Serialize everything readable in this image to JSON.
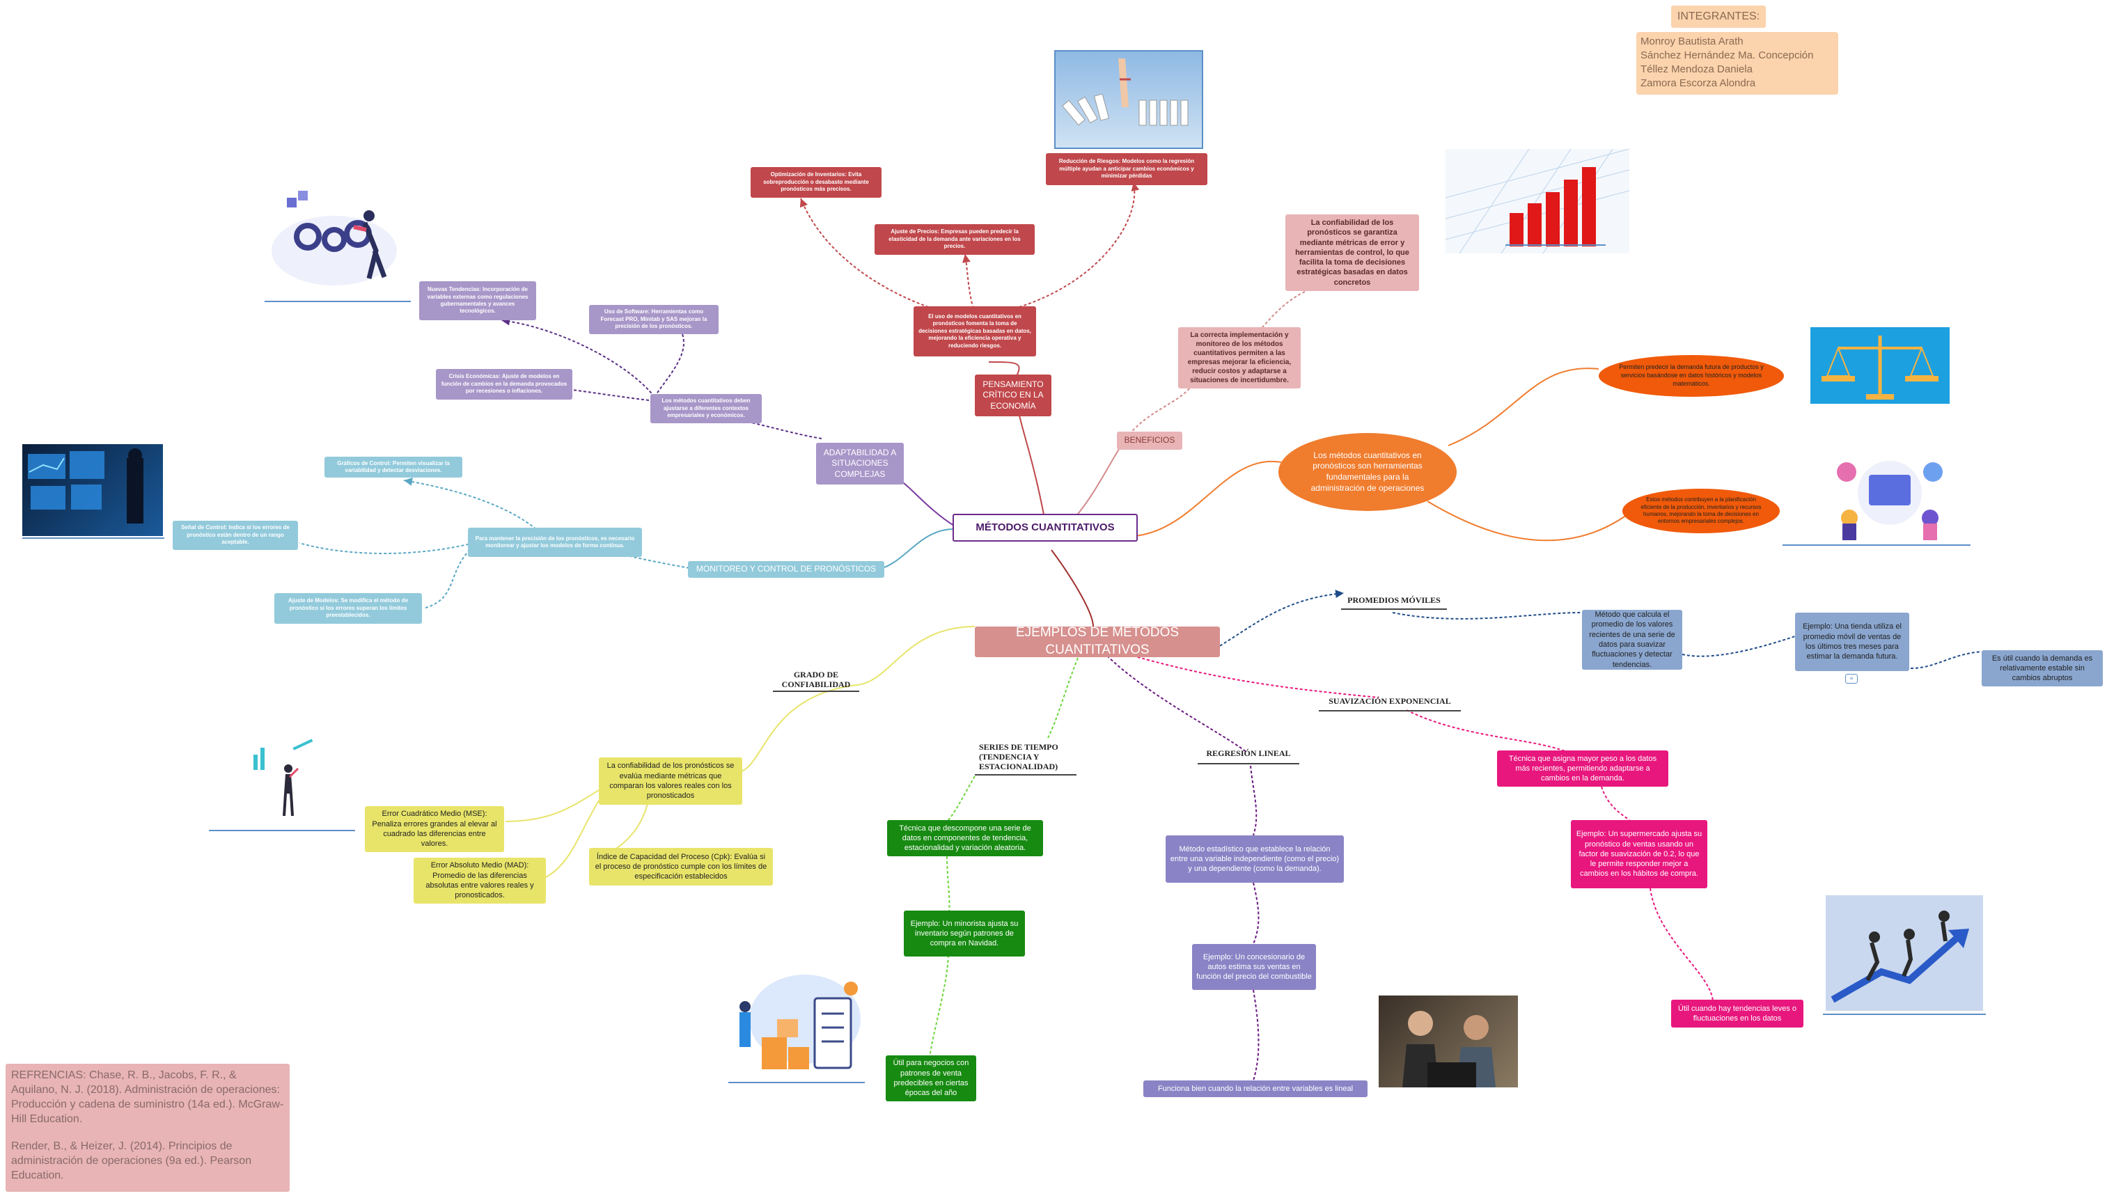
{
  "central": "MÉTODOS CUANTITATIVOS",
  "integrantes": {
    "title": "INTEGRANTES:",
    "members": [
      "Monroy Bautista Arath",
      "Sánchez Hernández Ma. Concepción",
      "Téllez Mendoza Daniela",
      "Zamora Escorza Alondra"
    ]
  },
  "referencias": {
    "text1": "REFRENCIAS:            Chase, R. B., Jacobs, F. R., & Aquilano, N. J. (2018). Administración de operaciones: Producción y cadena de suministro (14a ed.). McGraw-Hill Education.",
    "text2": "Render, B., & Heizer, J. (2014). Principios de administración de operaciones (9a ed.). Pearson Education."
  },
  "pensamiento": {
    "title": "PENSAMIENTO CRÍTICO EN LA ECONOMÍA",
    "main": "El uso de modelos cuantitativos en pronósticos fomenta la toma de decisiones estratégicas basadas en datos, mejorando la eficiencia operativa y reduciendo riesgos.",
    "inventarios": "Optimización de Inventarios: Evita sobreproducción o desabasto mediante pronósticos más precisos.",
    "precios": "Ajuste de Precios: Empresas pueden predecir la elasticidad de la demanda ante variaciones en los precios.",
    "riesgos": "Reducción de Riesgos: Modelos como la regresión múltiple ayudan a anticipar cambios económicos y minimizar pérdidas"
  },
  "beneficios": {
    "title": "BENEFICIOS",
    "b1": "La correcta implementación y monitoreo de los métodos cuantitativos permiten a las empresas mejorar la eficiencia, reducir costos y adaptarse a situaciones de incertidumbre.",
    "b2": "La confiabilidad de los pronósticos se garantiza mediante métricas de error y herramientas de control, lo que facilita la toma de decisiones estratégicas basadas en datos concretos"
  },
  "herramientas": {
    "main": "Los métodos cuantitativos en pronósticos son herramientas fundamentales para la administración de operaciones",
    "h1": "Permiten predecir la demanda futura de productos y servicios basándose en datos históricos y modelos matemáticos.",
    "h2": "Estos métodos contribuyen a la planificación eficiente de la producción, inventarios y recursos humanos, mejorando la toma de decisiones en entornos empresariales complejos."
  },
  "adaptabilidad": {
    "title": "ADAPTABILIDAD A SITUACIONES COMPLEJAS",
    "main": "Los métodos cuantitativos deben ajustarse a diferentes contextos empresariales y económicos.",
    "software": "Uso de Software: Herramientas como Forecast PRO, Minitab y SAS mejoran la precisión de los pronósticos.",
    "tendencias": "Nuevas Tendencias: Incorporación de variables externas como regulaciones gubernamentales y avances tecnológicos.",
    "crisis": "Crisis Económicas: Ajuste de modelos en función de cambios en la demanda provocados por recesiones o inflaciones."
  },
  "monitoreo": {
    "title": "MONITOREO Y CONTROL DE PRONÓSTICOS",
    "main": "Para mantener la precisión de los pronósticos, es necesario monitorear y ajustar los modelos de forma continua.",
    "graficos": "Gráficos de Control: Permiten visualizar la variabilidad y detectar desviaciones.",
    "senal": "Señal de Control: Indica si los errores de pronóstico están dentro de un rango aceptable.",
    "ajuste": "Ajuste de Modelos: Se modifica el método de pronóstico si los errores superan los límites preestablecidos."
  },
  "ejemplos": {
    "title": "EJEMPLOS DE MÉTODOS CUANTITATIVOS"
  },
  "grado": {
    "title": "GRADO DE CONFIABILIDAD",
    "main": "La confiabilidad de los pronósticos se evalúa mediante métricas que comparan los valores reales con los pronosticados",
    "mse": "Error Cuadrático Medio (MSE): Penaliza errores grandes al elevar al cuadrado las diferencias entre valores.",
    "mad": "Error Absoluto Medio (MAD): Promedio de las diferencias absolutas entre valores reales y pronosticados.",
    "cpk": "Índice de Capacidad del Proceso (Cpk): Evalúa si el proceso de pronóstico cumple con los límites de especificación establecidos"
  },
  "series": {
    "title": "SERIES DE TIEMPO (TENDENCIA Y ESTACIONALIDAD)",
    "def": "Técnica que descompone una serie de datos en componentes de tendencia, estacionalidad y variación aleatoria.",
    "ejemplo": "Ejemplo: Un minorista ajusta su inventario según patrones de compra en Navidad.",
    "uso": "Útil para negocios con patrones de venta predecibles en ciertas épocas del año"
  },
  "regresion": {
    "title": "REGRESIÓN LINEAL",
    "def": "Método estadístico que establece la relación entre una variable independiente (como el precio) y una dependiente (como la demanda).",
    "ejemplo": "Ejemplo: Un concesionario de autos estima sus ventas en función del precio del combustible",
    "uso": "Funciona bien cuando la relación entre variables es lineal"
  },
  "suavizacion": {
    "title": "SUAVIZACIÓN EXPONENCIAL",
    "def": "Técnica que asigna mayor peso a los datos más recientes, permitiendo adaptarse a cambios en la demanda.",
    "ejemplo": "Ejemplo: Un supermercado ajusta su pronóstico de ventas usando un factor de suavización de 0.2, lo que le permite responder mejor a cambios en los hábitos de compra.",
    "uso": "Útil cuando hay tendencias leves o fluctuaciones en los datos"
  },
  "promedios": {
    "title": "PROMEDIOS MÓVILES",
    "def": "Método que calcula el promedio de los valores recientes de una serie de datos para suavizar fluctuaciones y detectar tendencias.",
    "ejemplo": "Ejemplo: Una tienda utiliza el promedio móvil de ventas  de los últimos tres meses para estimar la demanda futura.",
    "uso": "Es útil cuando la demanda es relativamente estable sin cambios abruptos"
  },
  "colors": {
    "red": "#c0474b",
    "lightred": "#e8b4b6",
    "purple": "#a796c8",
    "cyan": "#92cadb",
    "orange": "#f07c2d",
    "pink": "#e8177e",
    "green": "#178a12",
    "yellow": "#e8e46a",
    "blue": "#8aa6cf",
    "indigo": "#8a84c6",
    "peach": "#fbd3ad"
  }
}
